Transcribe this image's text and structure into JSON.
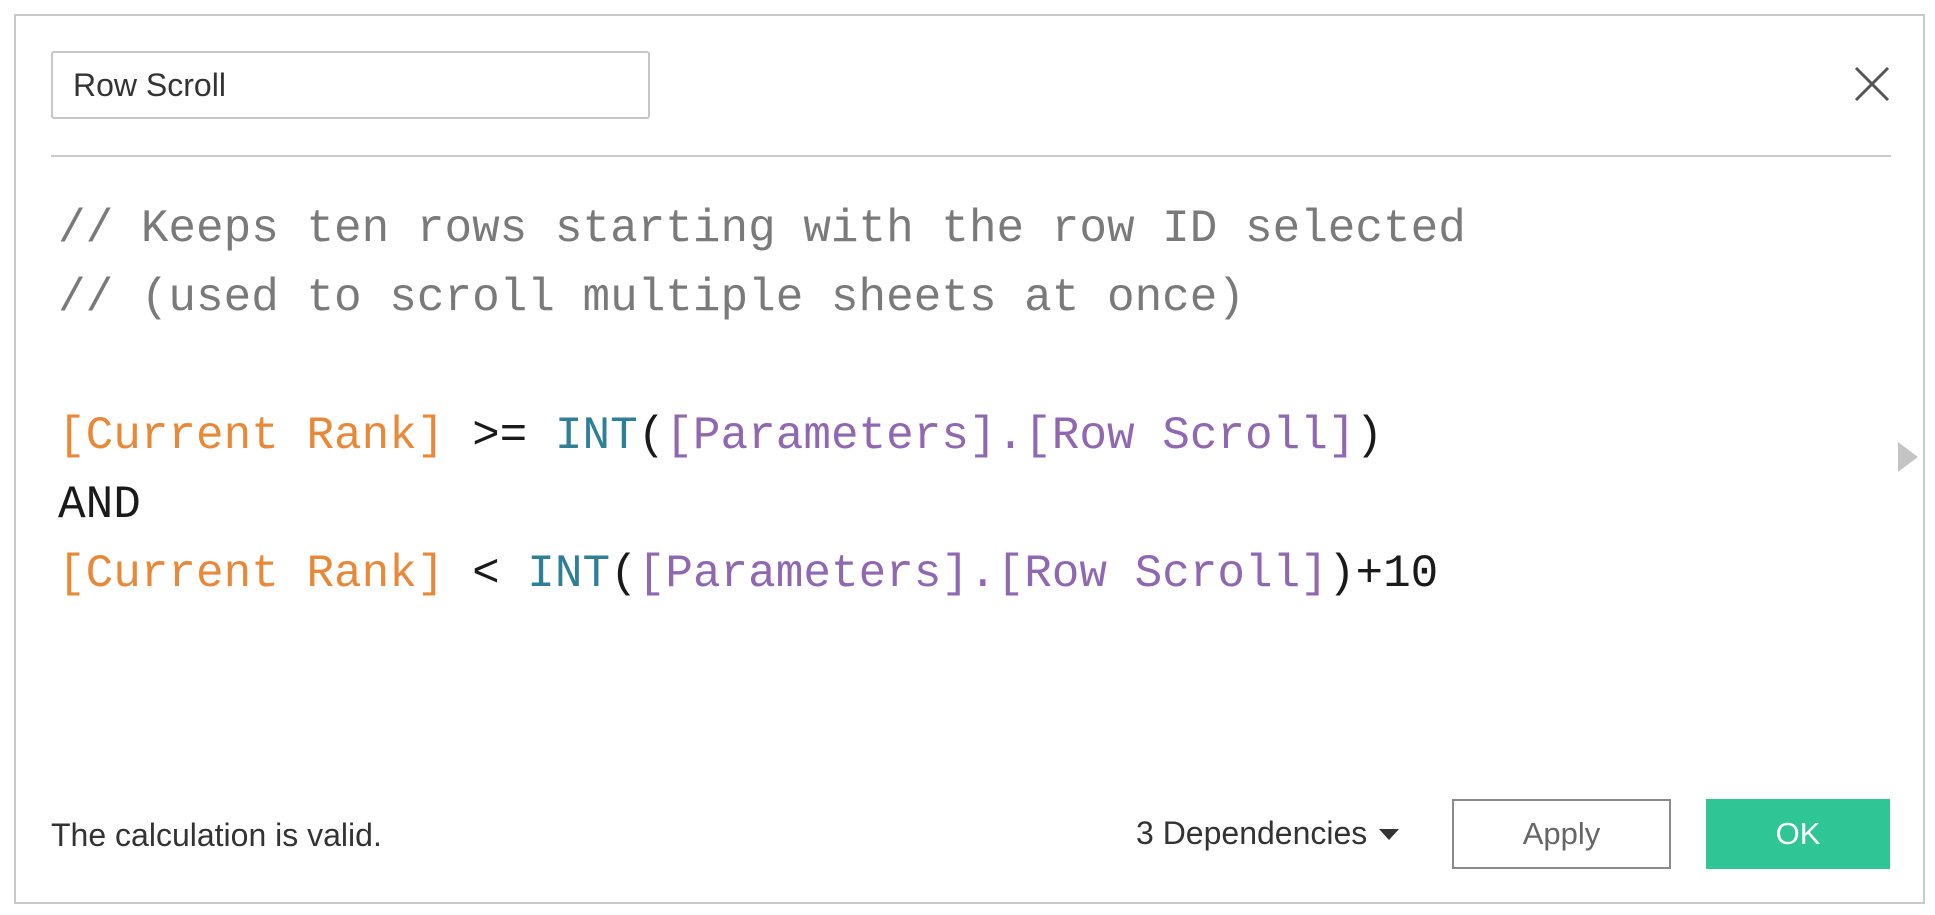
{
  "dialog": {
    "name_value": "Row Scroll",
    "close_icon": "close-icon"
  },
  "editor": {
    "lines": [
      [
        {
          "type": "comment",
          "text": "// Keeps ten rows starting with the row ID selected"
        }
      ],
      [
        {
          "type": "comment",
          "text": "// (used to scroll multiple sheets at once)"
        }
      ],
      [],
      [
        {
          "type": "field",
          "text": "[Current Rank]"
        },
        {
          "type": "plain",
          "text": " >= "
        },
        {
          "type": "func",
          "text": "INT"
        },
        {
          "type": "plain",
          "text": "("
        },
        {
          "type": "param",
          "text": "[Parameters].[Row Scroll]"
        },
        {
          "type": "plain",
          "text": ")"
        }
      ],
      [
        {
          "type": "plain",
          "text": "AND"
        }
      ],
      [
        {
          "type": "field",
          "text": "[Current Rank]"
        },
        {
          "type": "plain",
          "text": " < "
        },
        {
          "type": "func",
          "text": "INT"
        },
        {
          "type": "plain",
          "text": "("
        },
        {
          "type": "param",
          "text": "[Parameters].[Row Scroll]"
        },
        {
          "type": "plain",
          "text": ")+10"
        }
      ]
    ]
  },
  "footer": {
    "status": "The calculation is valid.",
    "dependencies_label": "3 Dependencies",
    "dependencies_icon": "caret-down-icon",
    "apply_label": "Apply",
    "ok_label": "OK"
  },
  "colors": {
    "comment": "#7a7a7a",
    "field": "#e8893a",
    "function": "#2f7f97",
    "parameter": "#9067b1",
    "ok_button": "#2fc595"
  },
  "side_panel_arrow_icon": "triangle-right-icon"
}
